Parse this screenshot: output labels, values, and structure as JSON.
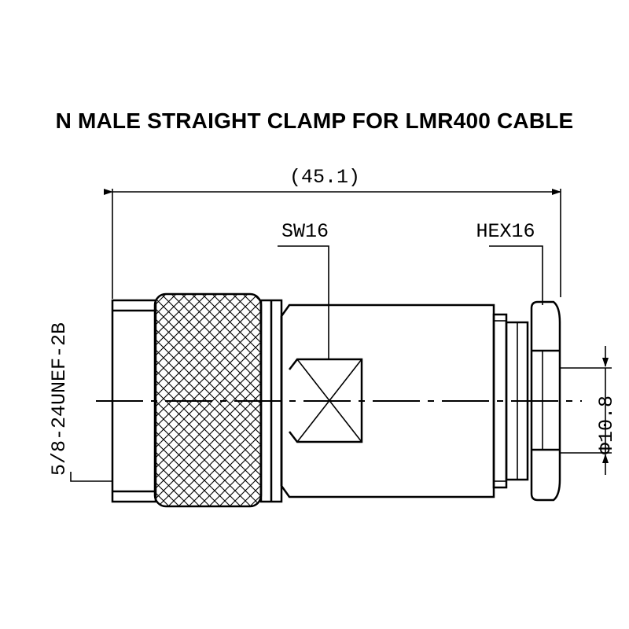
{
  "title": "N MALE STRAIGHT CLAMP FOR LMR400 CABLE",
  "dimensions": {
    "overall_length": "(45.1)",
    "sw": "SW16",
    "hex": "HEX16",
    "thread": "5/8-24UNEF-2B",
    "cable_diameter": "Φ10.8"
  },
  "colors": {
    "line": "#000000",
    "background": "#ffffff"
  }
}
